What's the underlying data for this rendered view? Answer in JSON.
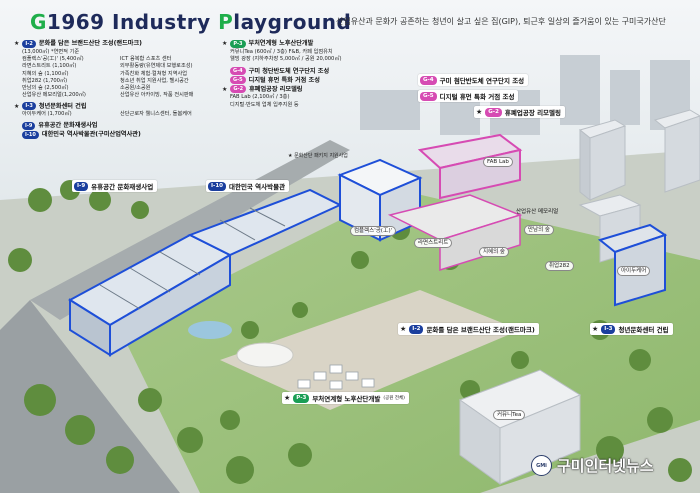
{
  "header": {
    "title_parts": [
      "G",
      "1969 Industry ",
      "P",
      "layground"
    ],
    "subtitle": "산업유산과 문화가 공존하는 청년이 살고 싶은 집(GIP), 퇴근후 일상의 즐거움이 있는 구미국가산단"
  },
  "panel_left": {
    "i2": {
      "tag": "I-2",
      "title": "문화를 담은 브랜드산단 조성(랜드마크)",
      "area": "(13,000㎡) *연면적 기준",
      "col1": [
        "컴플렉스'공(工)' (5,400㎡)",
        "라면스트리트 (1,100㎡)",
        "지혜의 숲 (1,100㎡)",
        "취업282 (1,700㎡)",
        "만남의 숲 (2,500㎡)",
        "산업유산 메모리얼(1,200㎡)"
      ],
      "col2": [
        "ICT 융복합 스포츠 센터",
        "외부활동량(유연제대 보행로조성)",
        "가족친화 체험·컬쳐형 지역사업",
        "청소년 취업 지원사업, 헬시공간",
        "소공원/소공원",
        "산업유산 아카이빙, 작품 전시판매"
      ]
    },
    "i3": {
      "tag": "I-3",
      "title": "청년문화센터 건립",
      "col1": [
        "아이두케어 (1,700㎡)"
      ],
      "col2": [
        "산단근로자 웰니스센터, 돌봄케어"
      ]
    },
    "i9": {
      "tag": "I-9",
      "title": "유휴공간 문화재생사업"
    },
    "i10": {
      "tag": "I-10",
      "title": "대한민국 역사박물관(구미산업역사관)"
    }
  },
  "panel_right": {
    "p3": {
      "tag": "P-3",
      "title": "부처연계형 노후산단개발",
      "lines": [
        "커뮤니Tea (600㎡ / 3층) F&B, 카페 입점유치",
        "웰빙 광장 (지하주차장 5,000㎡ / 공원 20,000㎡)"
      ]
    },
    "g4": {
      "tag": "G-4",
      "title": "구미 청단반도체 연구단지 조성"
    },
    "g5": {
      "tag": "G-5",
      "title": "디지털 휴먼 특화 거점 조성"
    },
    "g2": {
      "tag": "G-2",
      "title": "휴폐업공장 리모델링",
      "lines": [
        "FAB Lab (2,100㎡ / 3층)",
        "디지털·반도체 업체 입주지원 등"
      ]
    }
  },
  "callouts": {
    "i9": {
      "tag": "I-9",
      "text": "유휴공간 문화재생사업"
    },
    "i10": {
      "tag": "I-10",
      "text": "대한민국 역사박물관"
    },
    "g4": {
      "tag": "G-4",
      "text": "구미 첨단반도체 연구단지 조성"
    },
    "g5": {
      "tag": "G-5",
      "text": "디지털 휴먼 특화 거점 조성"
    },
    "g2": {
      "tag": "G-2",
      "text": "휴폐업공장 리모델링"
    },
    "i2": {
      "tag": "I-2",
      "text": "문화를 담은 브랜드산단 조성(랜드마크)"
    },
    "i3": {
      "tag": "I-3",
      "text": "청년문화센터 건립"
    },
    "p3": {
      "tag": "P-3",
      "text": "부처연계형 노후산단개발",
      "note": "(공원 전체)"
    }
  },
  "annotation": "문화산단 패키지 지원사업",
  "labels": {
    "fab_lab": "FAB Lab",
    "memorial": "산업유산 메모리얼",
    "complex": "컴플렉스'공(工)'",
    "ramen": "라면스트리트",
    "manam": "만남의 숲",
    "jihye": "지혜의 숲",
    "job": "취업282",
    "idocare": "아이두케어",
    "communitea": "커뮤니Tea"
  },
  "watermark": {
    "logo": "GMi",
    "text": "구미인터넷뉴스"
  },
  "colors": {
    "navy": "#1b3f9e",
    "green": "#1a9e55",
    "magenta": "#d64bb3",
    "outline_blue": "#1e4fd8",
    "title_green": "#1fae4a"
  }
}
